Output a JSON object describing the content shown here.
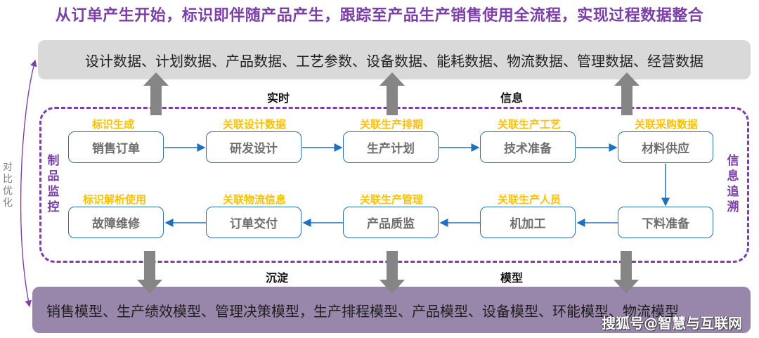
{
  "title": "从订单产生开始，标识即伴随产品产生，跟踪至产品生产销售使用全流程，实现过程数据整合",
  "top_band": {
    "text": "设计数据、计划数据、产品数据、工艺参数、设备数据、能耗数据、物流数据、管理数据、经营数据"
  },
  "bottom_band": {
    "text": "销售模型、生产绩效模型、管理决策模型，生产排程模型、产品模型、设备模型、环能模型、物流模型"
  },
  "upper_labels": {
    "left": "实时",
    "right": "信息"
  },
  "lower_labels": {
    "left": "沉淀",
    "right": "模型"
  },
  "left_vertical_label": "制品监控",
  "right_vertical_label": "信息追溯",
  "side_label": "对比优化",
  "process": {
    "row1": [
      {
        "tag": "标识生成",
        "node": "销售订单"
      },
      {
        "tag": "关联设计数据",
        "node": "研发设计"
      },
      {
        "tag": "关联生产排期",
        "node": "生产计划"
      },
      {
        "tag": "关联生产工艺",
        "node": "技术准备"
      },
      {
        "tag": "关联采购数据",
        "node": "材料供应"
      }
    ],
    "row2": [
      {
        "tag": "标识解析使用",
        "node": "故障维修"
      },
      {
        "tag": "关联物流信息",
        "node": "订单交付"
      },
      {
        "tag": "关联生产管理",
        "node": "产品质监"
      },
      {
        "tag": "关联生产人员",
        "node": "机加工"
      },
      {
        "tag": "",
        "node": "下料准备"
      }
    ]
  },
  "watermark": "搜狐号@智慧与互联网",
  "colors": {
    "title": "#7b3fa8",
    "dashed_border": "#7b3fa8",
    "tag": "#ffc000",
    "node_border": "#2e6fb0",
    "top_band": "#d9d9d9",
    "bottom_band": "#9987ab",
    "block_arrow": "#858585"
  }
}
